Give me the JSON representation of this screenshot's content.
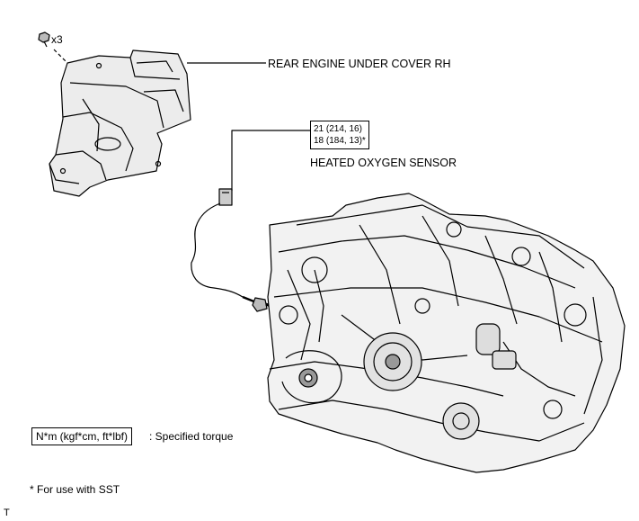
{
  "labels": {
    "bolt_qty": "x3",
    "under_cover": "REAR ENGINE UNDER COVER RH",
    "torque_line1": "21 (214, 16)",
    "torque_line2": "18 (184, 13)*",
    "sensor": "HEATED OXYGEN SENSOR",
    "legend_unit": "N*m (kgf*cm, ft*lbf)",
    "legend_desc": ": Specified torque",
    "footnote": "* For use with SST",
    "corner_mark": "T"
  }
}
